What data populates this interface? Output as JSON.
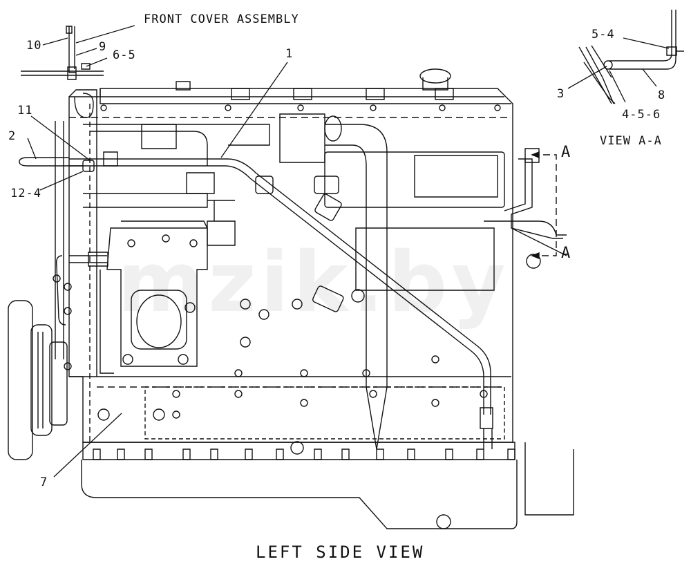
{
  "labels": {
    "front_cover": "FRONT COVER ASSEMBLY",
    "view_title": "LEFT SIDE VIEW",
    "view_aa": "VIEW A-A",
    "section_a_top": "A",
    "section_a_bottom": "A",
    "callout_1": "1",
    "callout_2": "2",
    "callout_3": "3",
    "callout_7": "7",
    "callout_8": "8",
    "callout_9": "9",
    "callout_10": "10",
    "callout_11": "11",
    "callout_12_4": "12-4",
    "callout_6_5": "6-5",
    "callout_5_4": "5-4",
    "callout_4_5_6": "4-5-6"
  },
  "watermark": "mzik.by",
  "colors": {
    "ink": "#111111",
    "background": "#ffffff"
  }
}
